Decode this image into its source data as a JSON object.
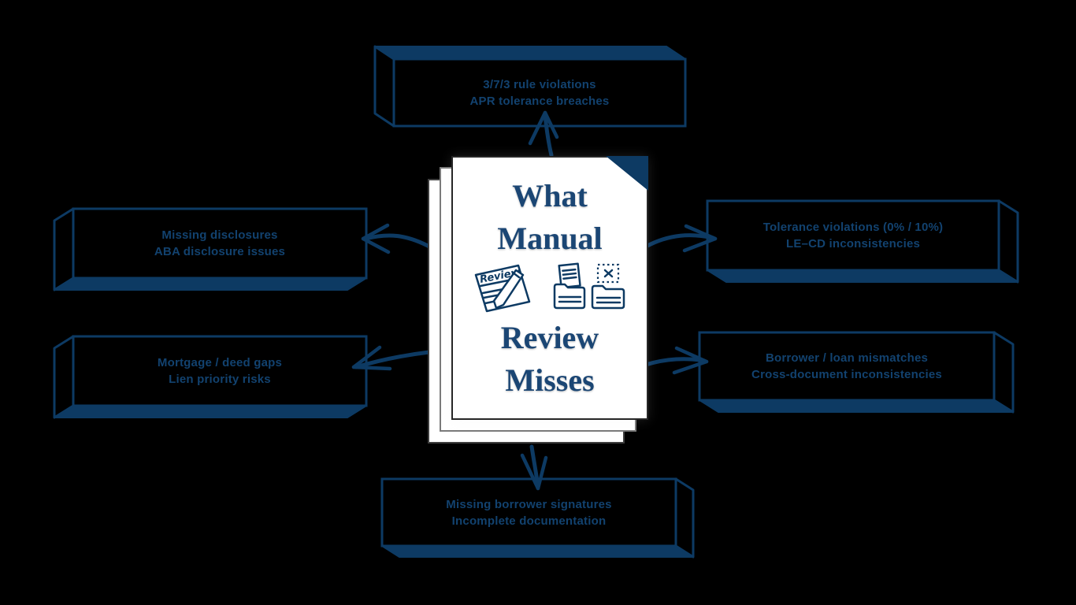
{
  "title": "What Manual Review Misses diagram",
  "colors": {
    "background": "#000000",
    "navy_outline": "#0d3a63",
    "box_text": "#12426f",
    "title_text": "#1b4674",
    "paper": "#ffffff"
  },
  "center": {
    "title_lines": [
      "What",
      "Manual",
      "Review",
      "Misses"
    ],
    "review_icon_label": "Review",
    "icons": [
      "review-note-pencil-icon",
      "document-folders-icon"
    ]
  },
  "nodes": [
    {
      "id": "top",
      "line1": "3/7/3 rule violations",
      "line2": "APR tolerance breaches"
    },
    {
      "id": "left-upper",
      "line1": "Missing disclosures",
      "line2": "ABA disclosure issues"
    },
    {
      "id": "left-lower",
      "line1": "Mortgage / deed gaps",
      "line2": "Lien priority risks"
    },
    {
      "id": "right-upper",
      "line1": "Tolerance violations (0% / 10%)",
      "line2": "LE–CD inconsistencies"
    },
    {
      "id": "right-lower",
      "line1": "Borrower / loan mismatches",
      "line2": "Cross-document inconsistencies"
    },
    {
      "id": "bottom",
      "line1": "Missing borrower signatures",
      "line2": "Incomplete documentation"
    }
  ]
}
